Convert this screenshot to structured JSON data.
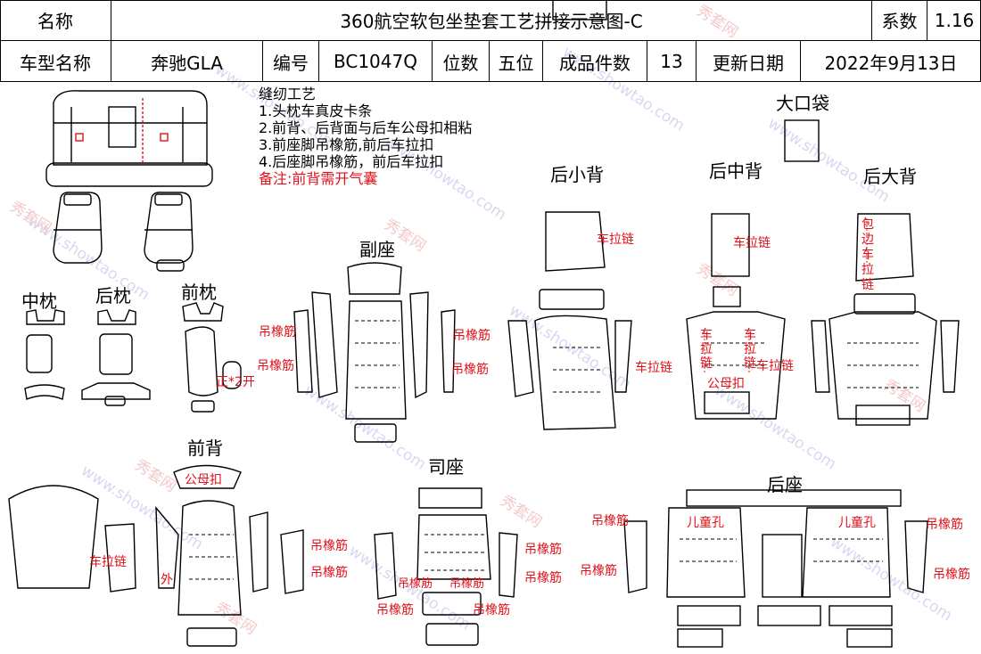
{
  "header": {
    "name_label": "名称",
    "title": "360航空软包坐垫套工艺拼接示意图-C",
    "coef_label": "系数",
    "coef_value": "1.16",
    "model_label": "车型名称",
    "model_value": "奔驰GLA",
    "code_label": "编号",
    "code_value": "BC1047Q",
    "seats_label": "位数",
    "seats_value": "五位",
    "pieces_label": "成品件数",
    "pieces_value": "13",
    "update_label": "更新日期",
    "update_value": "2022年9月13日"
  },
  "notes": {
    "title": "缝纫工艺",
    "items": [
      "1.头枕车真皮卡条",
      "2.前背、后背面与后车公母扣相粘",
      "3.前座脚吊橡筋,前后车拉扣",
      "4.后座脚吊橡筋，前后车拉扣"
    ],
    "remark": "备注:前背需开气囊"
  },
  "sections": {
    "big_pocket": "大口袋",
    "rear_small_back": "后小背",
    "rear_mid_back": "后中背",
    "rear_big_back": "后大背",
    "passenger_seat": "副座",
    "middle_pillow": "中枕",
    "rear_pillow": "后枕",
    "front_pillow": "前枕",
    "front_back": "前背",
    "driver_seat": "司座",
    "rear_seat": "后座"
  },
  "annotations": {
    "zipper": "车拉链",
    "elastic": "吊橡筋",
    "front_2open": "正*2开",
    "snap": "公母扣",
    "edge_zipper_chars": [
      "包",
      "边",
      "车",
      "拉",
      "链"
    ],
    "side_zipper_chars": [
      "车",
      "拉",
      "链"
    ],
    "outer": "外",
    "child_hole": "儿童孔"
  },
  "watermark": {
    "url": "www.showtao.com",
    "brand": "秀套网"
  }
}
